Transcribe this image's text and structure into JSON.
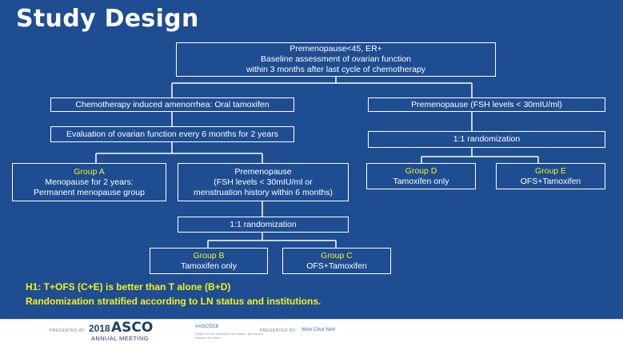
{
  "title": "Study Design",
  "top_box": {
    "line1": "Premenopause<45, ER+",
    "line2": "Baseline assessment of ovarian function",
    "line3": "within 3 months after last cycle of chemotherapy"
  },
  "left_branch": {
    "amenorrhea": "Chemotherapy induced amenorrhea: Oral tamoxifen",
    "evaluation": "Evaluation of ovarian function every 6 months for 2 years",
    "group_a": {
      "title": "Group A",
      "line1": "Menopause for 2 years:",
      "line2": "Permanent menopause group"
    },
    "premenopause": {
      "line1": "Premenopause",
      "line2": "(FSH levels < 30mIU/ml or",
      "line3": "menstruation history within 6 months)"
    },
    "randomization": "1:1 randomization",
    "group_b": {
      "title": "Group B",
      "line1": "Tamoxifen only"
    },
    "group_c": {
      "title": "Group C",
      "line1": "OFS+Tamoxifen"
    }
  },
  "right_branch": {
    "premenopause": "Premenopause (FSH levels < 30mIU/ml)",
    "randomization": "1:1 randomization",
    "group_d": {
      "title": "Group D",
      "line1": "Tamoxifen only"
    },
    "group_e": {
      "title": "Group E",
      "line1": "OFS+Tamoxifen"
    }
  },
  "hypothesis": {
    "h1": "H1: T+OFS (C+E) is better than T alone (B+D)",
    "stratification": "Randomization stratified according to LN status and institutions."
  },
  "footer": {
    "presented_at": "PRESENTED AT:",
    "year": "2018",
    "asco": "ASCO",
    "meeting": "ANNUAL MEETING",
    "hashtag": "#ASCO18",
    "note": "Slides are the property of the author, permission required for reuse.",
    "presented_by": "PRESENTED BY:",
    "presenter": "Won Chul Noh"
  },
  "colors": {
    "background": "#1f4d91",
    "box_border": "#ffffff",
    "group_label": "#f2f21d",
    "hypothesis_text": "#f2f21d"
  }
}
